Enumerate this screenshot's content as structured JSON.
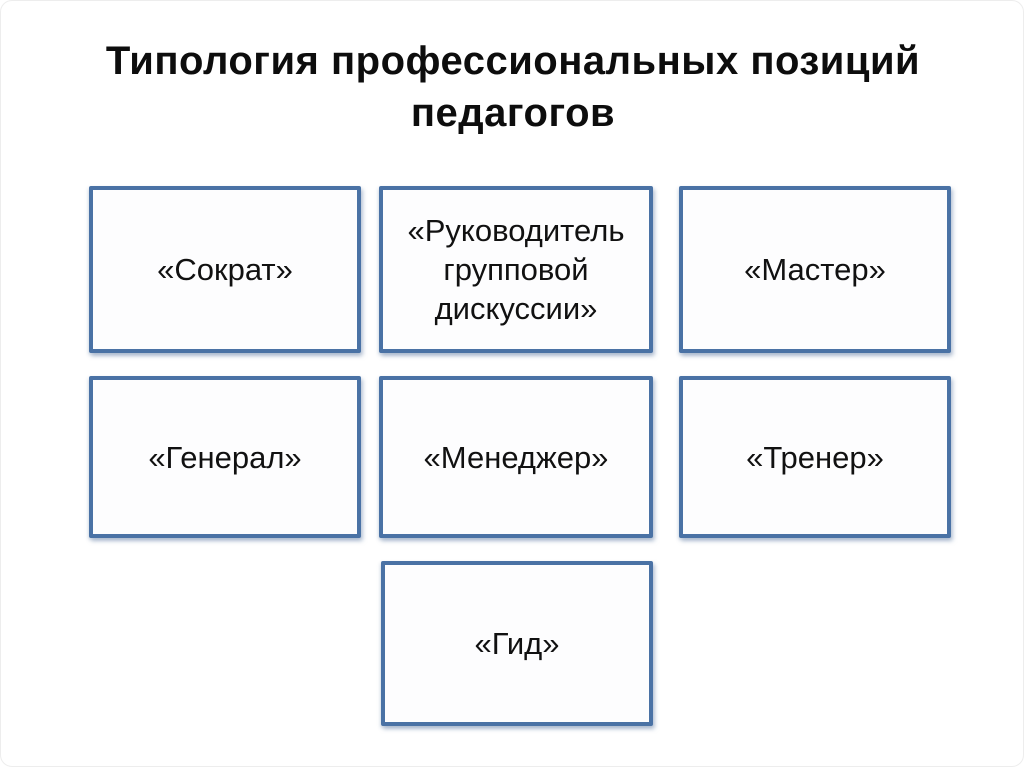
{
  "title": "Типология профессиональных позиций педагогов",
  "diagram": {
    "boxes": [
      {
        "id": "sokrat",
        "label": "«Сократ»"
      },
      {
        "id": "rukovoditel",
        "label": "«Руководитель групповой дискуссии»"
      },
      {
        "id": "master",
        "label": "«Мастер»"
      },
      {
        "id": "general",
        "label": "«Генерал»"
      },
      {
        "id": "menedzher",
        "label": "«Менеджер»"
      },
      {
        "id": "trener",
        "label": "«Тренер»"
      },
      {
        "id": "gid",
        "label": "«Гид»"
      }
    ]
  },
  "colors": {
    "box_border": "#4a72a5",
    "box_fill": "#fdfdfe",
    "title_text": "#0d0d0d",
    "box_text": "#111111",
    "frame_border": "#ededed"
  }
}
